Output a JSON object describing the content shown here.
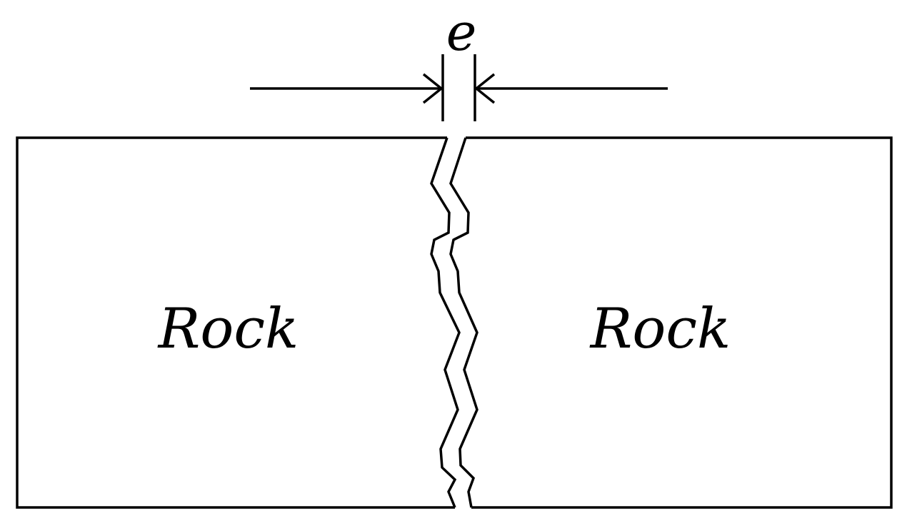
{
  "diagram": {
    "aperture_symbol": "e",
    "left_block_label": "Rock",
    "right_block_label": "Rock"
  }
}
